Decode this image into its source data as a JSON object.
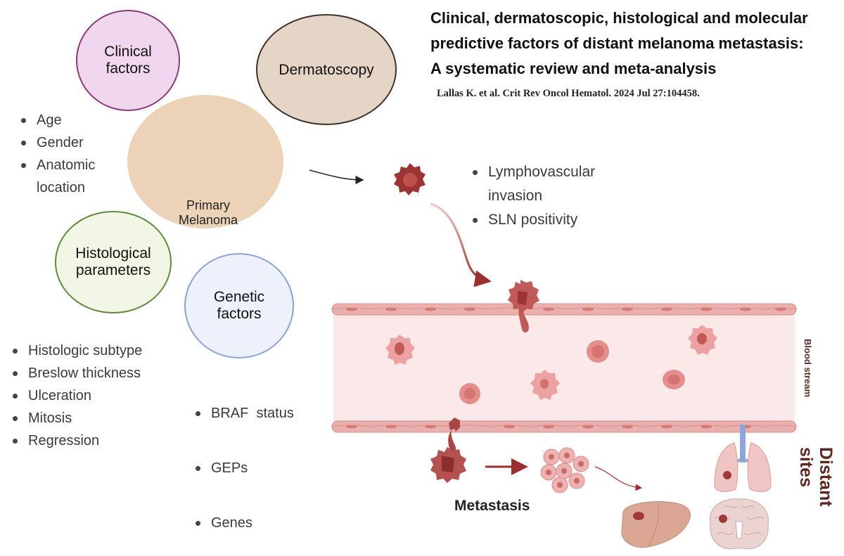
{
  "title": "Clinical, dermatoscopic, histological and molecular predictive factors of distant melanoma metastasis: A systematic review and meta-analysis",
  "title_lines": [
    "Clinical, dermatoscopic, histological and molecular",
    "predictive factors of distant melanoma metastasis:",
    "A systematic review and meta-analysis"
  ],
  "citation": "Lallas K. et al. Crit Rev Oncol Hematol. 2024 Jul 27:104458.",
  "circles": {
    "clinical": [
      "Clinical",
      "factors"
    ],
    "dermatoscopy": [
      "Dermatoscopy"
    ],
    "primary": [
      "Primary",
      "Melanoma"
    ],
    "histological": [
      "Histological",
      "parameters"
    ],
    "genetic": [
      "Genetic",
      "factors"
    ]
  },
  "clinical_factors": [
    "Age",
    "Gender",
    "Anatomic location"
  ],
  "histological_parameters": [
    "Histologic subtype",
    "Breslow thickness",
    "Ulceration",
    "Mitosis",
    "Regression"
  ],
  "genetic_factors": [
    "BRAF  status",
    "GEPs",
    "Genes"
  ],
  "invasion_factors": [
    "Lymphovascular invasion",
    "SLN positivity"
  ],
  "blood_stream_label": "Blood stream",
  "distant_sites_label": "Distant sites",
  "metastasis_label": "Metastasis",
  "colors": {
    "vessel_wall": "#e8a2a2",
    "vessel_lumen": "#fbe9e9",
    "tumor_cell": "#a03a3a",
    "arrow": "#9b2f2f",
    "clinical_border": "#8a3c78",
    "histological_border": "#5f8a3e",
    "genetic_border": "#8ba3d4"
  }
}
